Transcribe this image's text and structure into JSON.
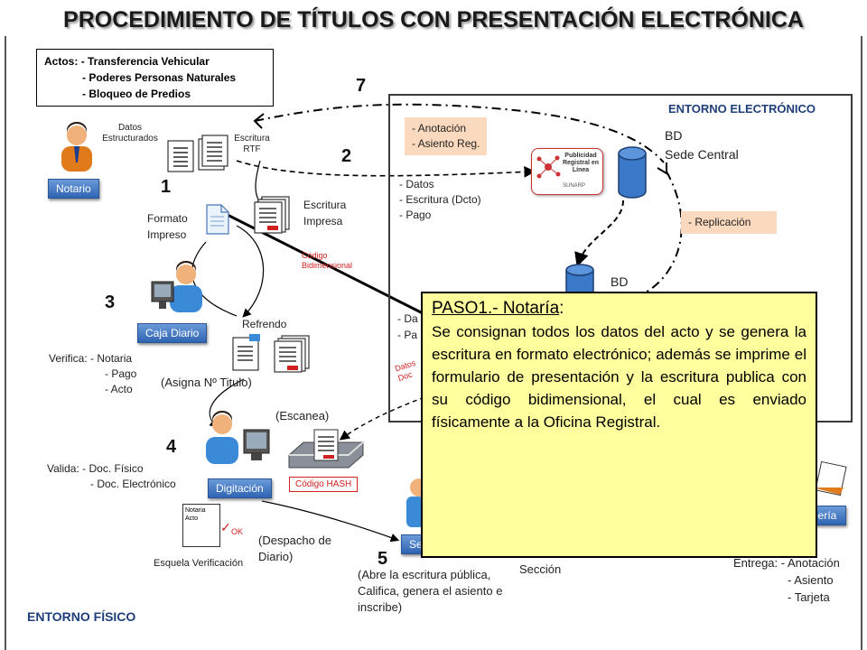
{
  "title": "PROCEDIMIENTO DE TÍTULOS CON PRESENTACIÓN ELECTRÓNICA",
  "acts": {
    "label": "Actos:",
    "items": [
      "- Transferencia Vehicular",
      "- Poderes Personas Naturales",
      "- Bloqueo de Predios"
    ]
  },
  "environments": {
    "electronic": "ENTORNO ELECTRÓNICO",
    "physical": "ENTORNO FÍSICO"
  },
  "steps": {
    "s1": "1",
    "s2": "2",
    "s3": "3",
    "s4": "4",
    "s5": "5",
    "s7": "7"
  },
  "roles": {
    "notario": "Notario",
    "caja": "Caja Diario",
    "digitacion": "Digitación",
    "seccion_partial": "Se",
    "mensajeria_partial": "jería"
  },
  "labels": {
    "datos_estructurados": "Datos Estructurados",
    "escritura_rtf": "Escritura RTF",
    "formato_impreso": "Formato Impreso",
    "escritura_impresa": "Escritura Impresa",
    "codigo_bidimensional": "Código Bidimensional",
    "refrendo": "Refrendo",
    "asigna_titulo": "(Asigna Nº Titulo)",
    "escanea": "(Escanea)",
    "codigo_hash": "Código HASH",
    "despacho": "(Despacho de Diario)",
    "esquela": "Esquela Verificación",
    "notaria_acto": "Notaria Acto",
    "ok": "OK",
    "abre": "(Abre la escritura pública, Califica, genera el asiento e inscribe)",
    "seccion": "Sección",
    "publicidad": "Publicidad Registral en Línea",
    "sunarp": "SUNARP",
    "datos_partial": "- Da",
    "pa_partial": "- Pa",
    "datos_red_partial": "Datos Doc"
  },
  "verifica": {
    "label": "Verifica:",
    "items": [
      "- Notaria",
      "- Pago",
      "- Acto"
    ]
  },
  "valida": {
    "label": "Valida:",
    "items": [
      "- Doc. Físico",
      "- Doc. Electrónico"
    ]
  },
  "entrega": {
    "label": "Entrega:",
    "items": [
      "- Anotación",
      "- Asiento",
      "- Tarjeta"
    ]
  },
  "electronic": {
    "anotacion_box": [
      "- Anotación",
      "- Asiento Reg."
    ],
    "datos_list": [
      "- Datos",
      "- Escritura (Dcto)",
      "- Pago"
    ],
    "bd_central": [
      "BD",
      "Sede Central"
    ],
    "replicacion": "- Replicación",
    "bd_2": "BD"
  },
  "popup": {
    "title": "PASO1.- Notaría",
    "colon": ":",
    "body": "Se consignan todos los datos del acto y se genera la escritura en formato electrónico; además se imprime el formulario de presentación y la escritura publica con su código bidimensional, el cual es enviado físicamente a la Oficina Registral."
  },
  "colors": {
    "role_blue": "#2f64b3",
    "peach": "#fbd9bf",
    "popup_yellow": "#ffff9e",
    "cylinder_blue": "#3b78c8",
    "red_text": "#d02020"
  }
}
